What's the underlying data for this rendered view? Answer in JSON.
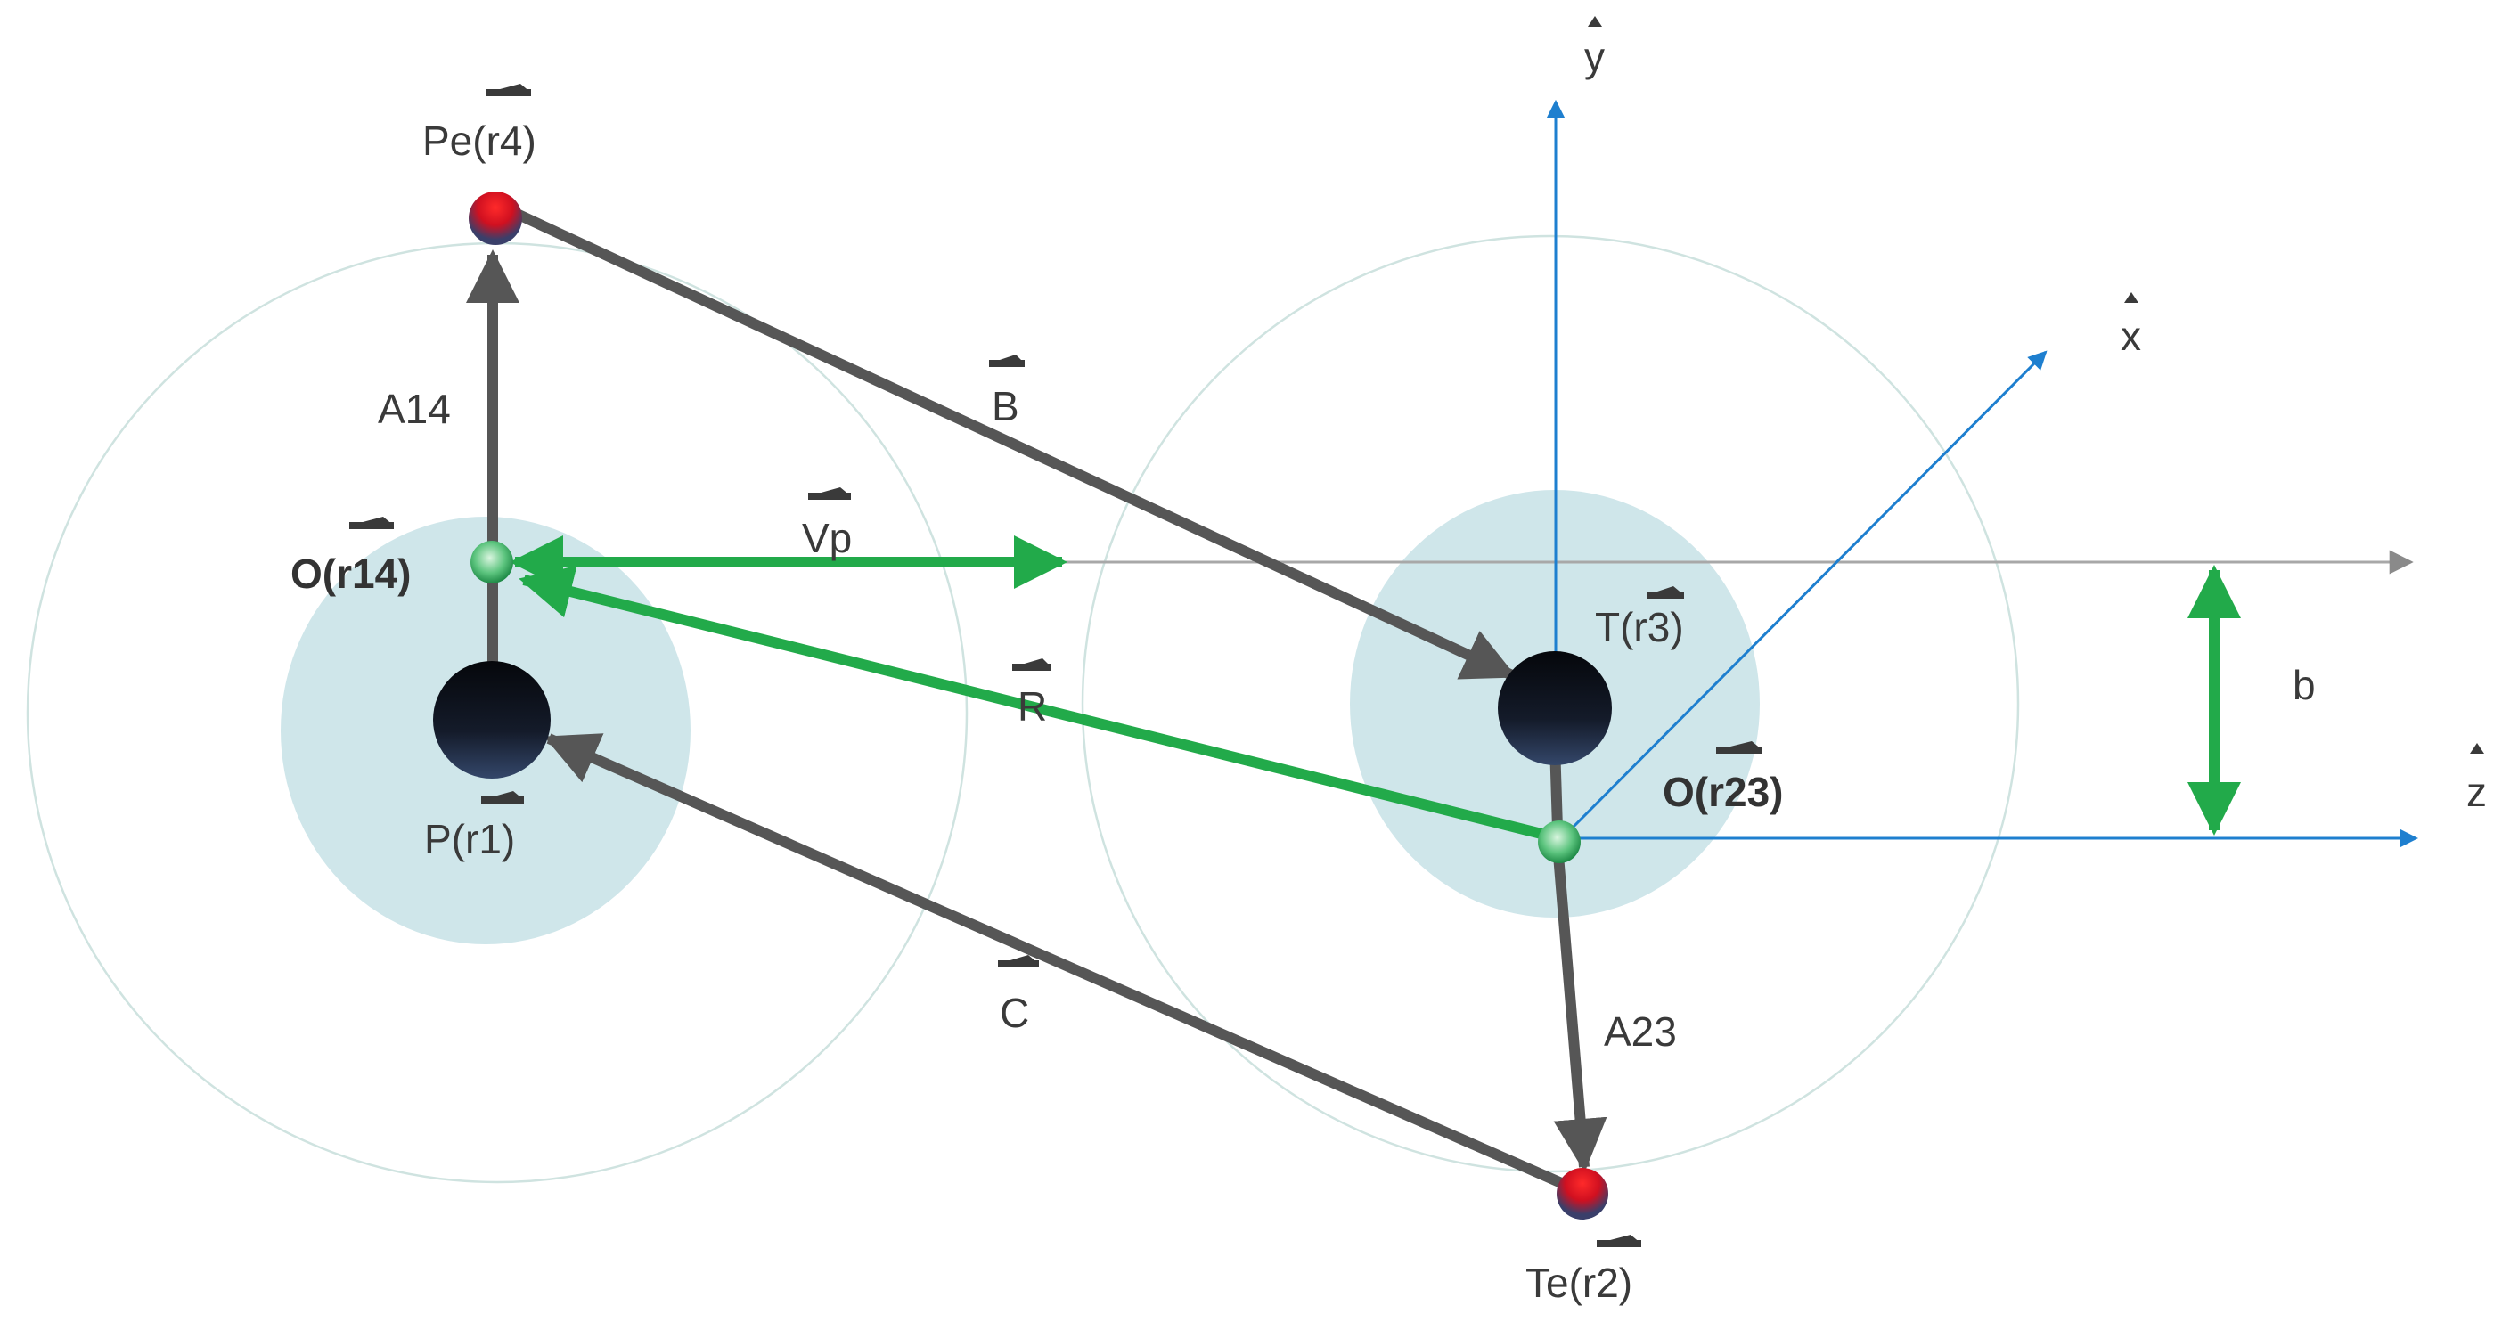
{
  "colors": {
    "halo_fill": "#cfe6ea",
    "orbit_stroke": "#cfe3e0",
    "vector_gray": "#565656",
    "vector_green": "#22aa4a",
    "axis_blue": "#1e7fcf",
    "axis_gray": "#9a9a9a",
    "red_particle": "#e01010",
    "dark_particle": "#151c28",
    "green_node": "#2fb05a"
  },
  "labels": {
    "pe": "Pe(r4)",
    "o14": "O(r14)",
    "p": "P(r1)",
    "a14": "A14",
    "b_vec": "B",
    "vp": "Vp",
    "r_vec": "R",
    "c_vec": "C",
    "t": "T(r3)",
    "o23": "O(r23)",
    "a23": "A23",
    "te": "Te(r2)",
    "b_param": "b",
    "y_axis": "y",
    "x_axis": "x",
    "z_axis": "z"
  }
}
